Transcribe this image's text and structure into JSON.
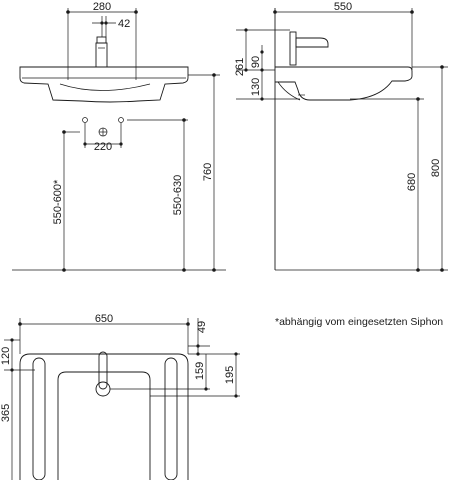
{
  "front_view": {
    "width_top": "280",
    "tap_offset": "42",
    "holes_spacing": "220",
    "height_left": "550-600*",
    "height_middle": "550-630",
    "height_right": "760"
  },
  "side_view": {
    "depth": "550",
    "height_a": "261",
    "height_b": "130",
    "height_c": "90",
    "height_mid": "680",
    "height_total": "800"
  },
  "top_view": {
    "width": "650",
    "edge_top": "49",
    "edge_left": "120",
    "tap_depth": "159",
    "bowl_depth": "195",
    "depth_left": "365"
  },
  "footnote": "*abhängig vom eingesetzten Siphon"
}
